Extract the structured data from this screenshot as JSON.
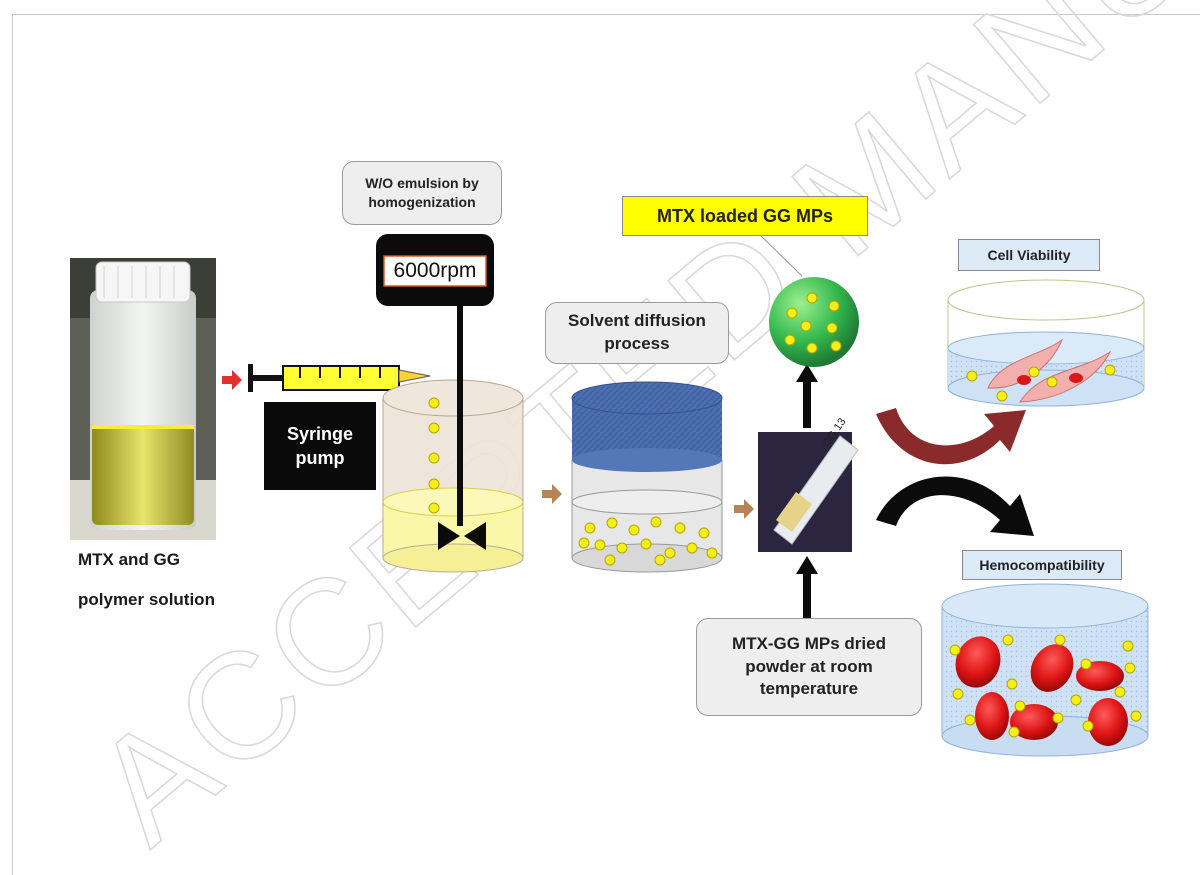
{
  "labels": {
    "vial_caption_line1": "MTX and GG",
    "vial_caption_line2": "polymer solution",
    "emulsion_label": "W/O emulsion by homogenization",
    "homogenizer_speed": "6000rpm",
    "syringe_pump_label": "Syringe pump",
    "solvent_diffusion_label": "Solvent diffusion process",
    "mtx_loaded_label": "MTX loaded GG MPs",
    "dried_powder_label": "MTX-GG MPs dried powder at room temperature",
    "cell_viability_label": "Cell Viability",
    "hemocompatibility_label": "Hemocompatibility",
    "vial_tube_marking": "GG 13"
  },
  "watermark": "ACCEPTED MANUSCRIPT",
  "colors": {
    "highlight_yellow": "#ffff00",
    "particle_yellow": "#f4ee1a",
    "microparticle_green": "#3fbf5a",
    "cap_blue": "#4a6fb5",
    "arrow_red": "#e03030",
    "arrow_maroon": "#8a2a2a",
    "rbc_red": "#d81818",
    "plate_blue": "#cfe4f7",
    "label_blue_bg": "#dce9f7"
  }
}
